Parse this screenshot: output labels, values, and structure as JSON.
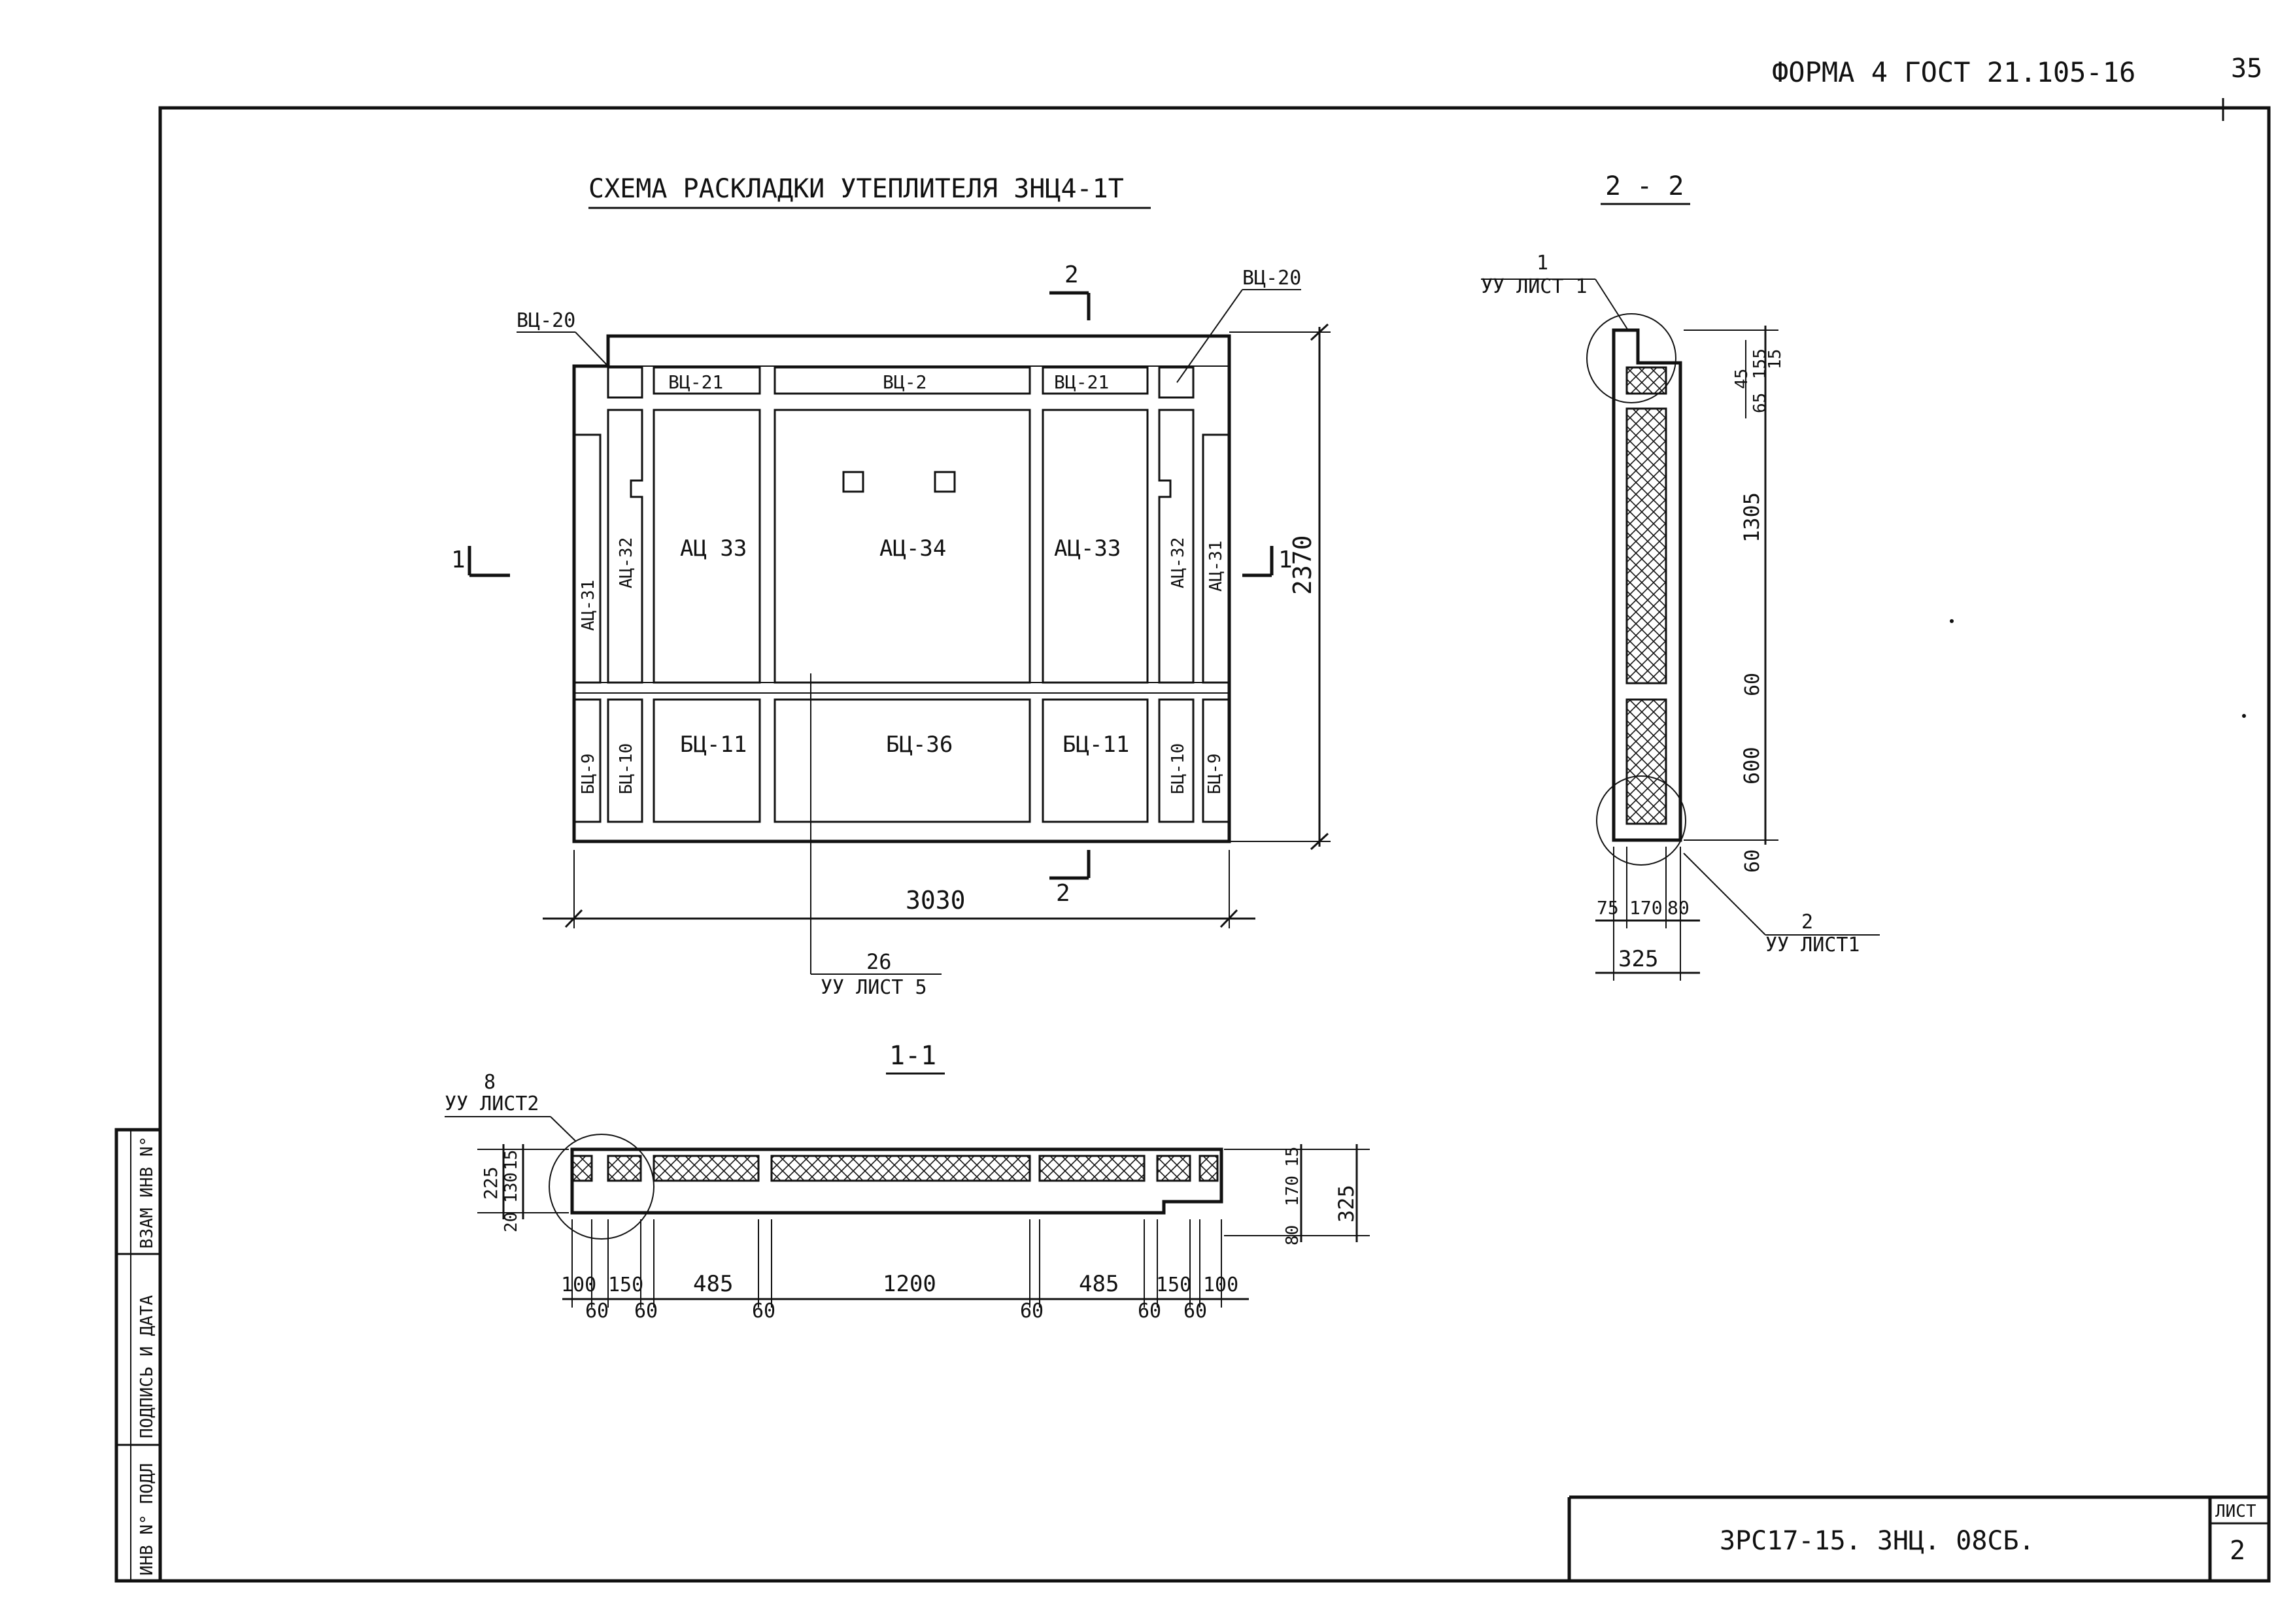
{
  "header": {
    "form_ref": "ФОРМА 4 ГОСТ 21.105-16",
    "page_number": "35"
  },
  "main_plan": {
    "title": "СХЕМА РАСКЛАДКИ УТЕПЛИТЕЛЯ ЗНЦ4-1Т",
    "panels": {
      "top_corner_left": "ВЦ-20",
      "top_corner_right": "ВЦ-20",
      "top_left": "ВЦ-21",
      "top_mid": "ВЦ-2",
      "top_right": "ВЦ-21",
      "edge_left_outer": "АЦ-31",
      "edge_left_inner": "АЦ-32",
      "mid_left": "АЦ 33",
      "center": "АЦ-34",
      "mid_right": "АЦ-33",
      "edge_right_inner": "АЦ-32",
      "edge_right_outer": "АЦ-31",
      "bot_left_outer": "БЦ-9",
      "bot_left_inner": "БЦ-10",
      "bot_mid_left": "БЦ-11",
      "bot_center": "БЦ-36",
      "bot_mid_right": "БЦ-11",
      "bot_right_inner": "БЦ-10",
      "bot_right_outer": "БЦ-9"
    },
    "dim_width": "3030",
    "dim_height": "2370",
    "section_mark_1": "1",
    "section_mark_2": "2",
    "node_ref_num": "26",
    "node_ref_sheet": "УУ ЛИСТ 5"
  },
  "section_1_1": {
    "title": "1-1",
    "node_num": "8",
    "node_sheet": "УУ ЛИСТ2",
    "dims_bottom_top": [
      "100",
      "150",
      "485",
      "1200",
      "485",
      "150",
      "100"
    ],
    "dims_bottom_low": [
      "60",
      "60",
      "60",
      "60",
      "60",
      "60"
    ],
    "dims_left": [
      "225",
      "15",
      "130",
      "20"
    ],
    "dims_right": [
      "15",
      "170",
      "80",
      "325"
    ]
  },
  "section_2_2": {
    "title": "2 - 2",
    "node1_num": "1",
    "node1_sheet": "УУ ЛИСТ 1",
    "node2_num": "2",
    "node2_sheet": "УУ ЛИСТ1",
    "dims_right": [
      "15",
      "45",
      "155",
      "65",
      "1305",
      "60",
      "600",
      "60"
    ],
    "dims_bottom": [
      "75",
      "170",
      "80"
    ],
    "dim_total": "325"
  },
  "title_block": {
    "code": "ЗРС17-15. ЗНЦ. 08СБ.",
    "sheet_label": "ЛИСТ",
    "sheet_number": "2"
  },
  "side_stamp": {
    "field_1": "ИНВ N° ПОДЛ",
    "field_2": "ПОДПИСЬ И ДАТА",
    "field_3": "ВЗАМ ИНВ N°"
  }
}
